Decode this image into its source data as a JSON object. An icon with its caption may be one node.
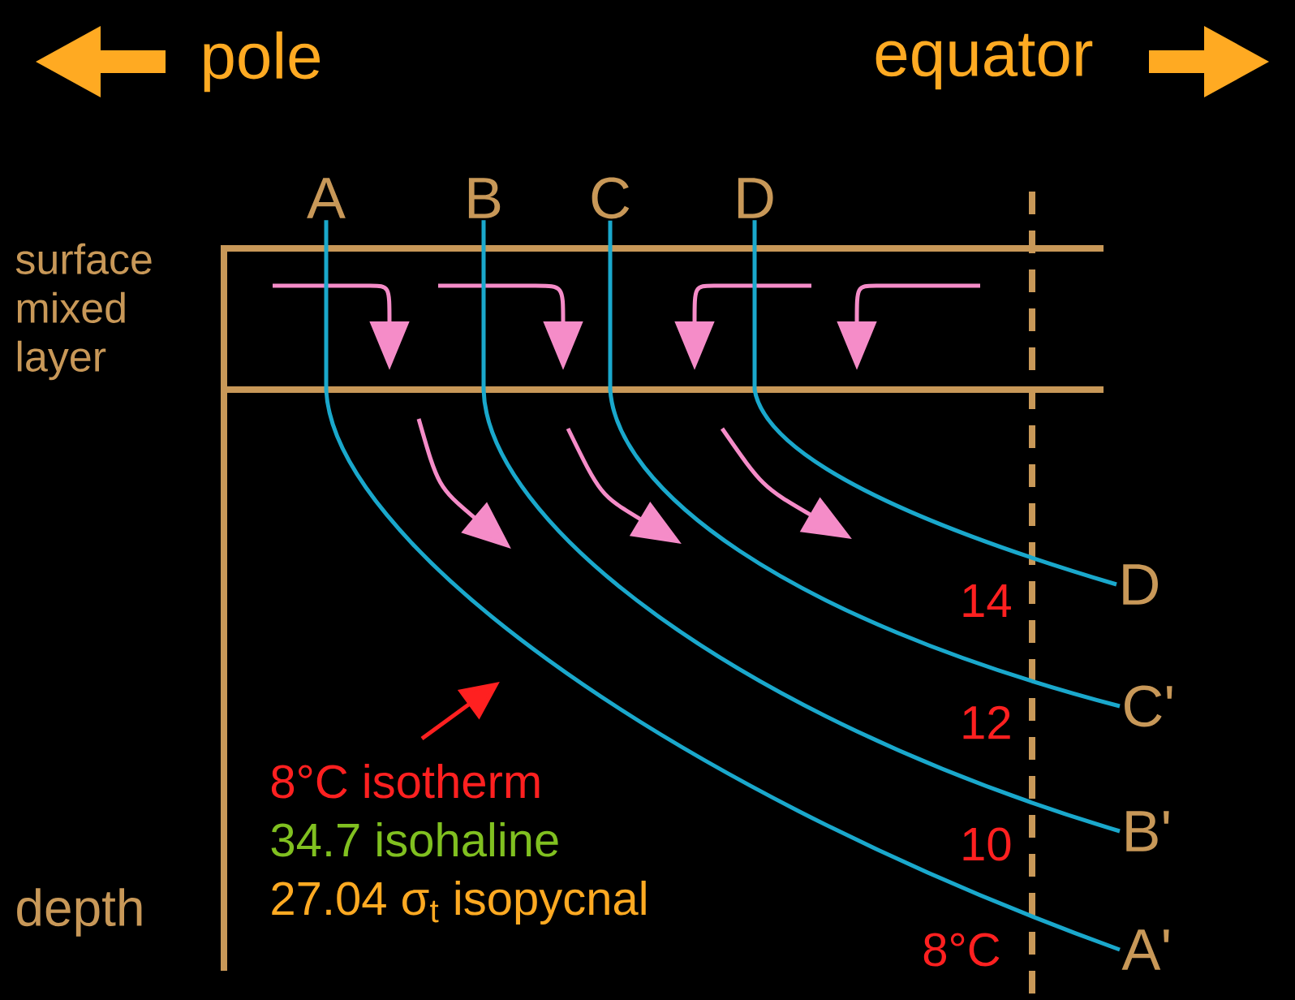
{
  "diagram": {
    "nodes": [
      {
        "text": [
          "A"
        ]
      },
      {
        "text": [
          "B"
        ]
      },
      {
        "text": [
          "C"
        ]
      },
      {
        "text": [
          "D"
        ]
      },
      {
        "text": [
          "D"
        ]
      },
      {
        "text": [
          "C'"
        ]
      },
      {
        "text": [
          "B'"
        ]
      },
      {
        "text": [
          "A'"
        ]
      },
      {
        "text": [
          "8°C isotherm",
          "34.7 isohaline",
          "27.04 σ$_{t}$ isopycnal"
        ]
      }
    ],
    "edges": [
      {
        "from": 0,
        "to": 7,
        "arrow": "none"
      },
      {
        "from": 1,
        "to": 6,
        "arrow": "none"
      },
      {
        "from": 2,
        "to": 5,
        "arrow": "none"
      },
      {
        "from": 3,
        "to": 4,
        "arrow": "none"
      },
      {
        "from": 8,
        "to": null,
        "arrow": "to",
        "color": "#ff2020"
      }
    ],
    "labels": [
      "pole",
      "equator",
      "surface mixed layer",
      "depth",
      "14",
      "12",
      "10",
      "8°C"
    ]
  }
}
